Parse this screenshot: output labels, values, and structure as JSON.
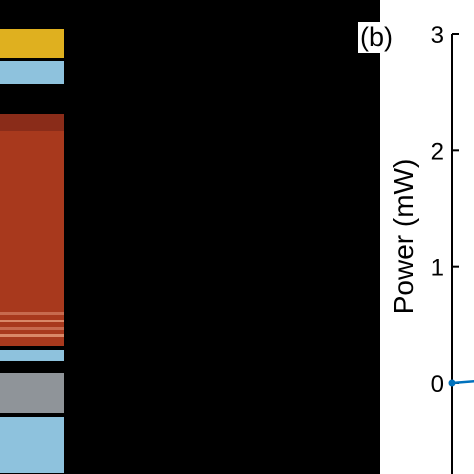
{
  "panel_a": {
    "layers": [
      {
        "color": "#dfb01f",
        "thickness": 29
      },
      {
        "color": "#000000",
        "thickness": 3
      },
      {
        "color": "#8ec2dd",
        "thickness": 23
      },
      {
        "color": "#000000",
        "thickness": 30
      },
      {
        "color": "#8a2c19",
        "thickness": 17
      },
      {
        "color": "#a8391d",
        "thickness": 181
      },
      {
        "color": "#c76a4e",
        "thickness": 3
      },
      {
        "color": "#a8391d",
        "thickness": 5
      },
      {
        "color": "#d98868",
        "thickness": 2
      },
      {
        "color": "#a8391d",
        "thickness": 5
      },
      {
        "color": "#c76a4e",
        "thickness": 3
      },
      {
        "color": "#a8391d",
        "thickness": 4
      },
      {
        "color": "#d98868",
        "thickness": 3
      },
      {
        "color": "#a8391d",
        "thickness": 9
      },
      {
        "color": "#000000",
        "thickness": 4
      },
      {
        "color": "#8ec2dd",
        "thickness": 11
      },
      {
        "color": "#000000",
        "thickness": 12
      },
      {
        "color": "#8f9499",
        "thickness": 40
      },
      {
        "color": "#000000",
        "thickness": 4
      },
      {
        "color": "#8ec2dd",
        "thickness": 56
      }
    ]
  },
  "panel_b": {
    "label": "(b)",
    "colors": {
      "line": "#0072bd",
      "axis": "#000000"
    }
  },
  "chart_data": {
    "type": "line",
    "title": "",
    "xlabel": "",
    "ylabel": "Power (mW)",
    "ylim": [
      0,
      3
    ],
    "yticks": [
      0,
      1,
      2,
      3
    ],
    "series": [
      {
        "x": [
          0,
          1
        ],
        "values": [
          0.0,
          0.02
        ]
      }
    ]
  }
}
